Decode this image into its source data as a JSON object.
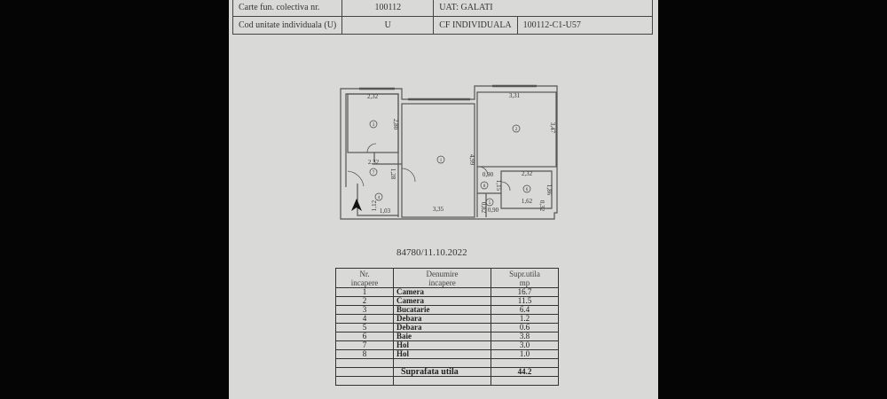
{
  "header_table": {
    "row1": {
      "label": "Carte fun. colectiva nr.",
      "value": "100112",
      "uat": "UAT: GALATI"
    },
    "row2": {
      "label": "Cod unitate individuala (U)",
      "value": "U",
      "cf_label": "CF INDIVIDUALA",
      "cf_value": "100112-C1-U57"
    }
  },
  "plan": {
    "rooms": [
      "1",
      "2",
      "3",
      "4",
      "5",
      "6",
      "7",
      "8"
    ],
    "dimensions": [
      "2,32",
      "2,80",
      "3,31",
      "3,47",
      "2,32",
      "1,28",
      "4,99",
      "0,90",
      "1,15",
      "2,32",
      "1,86",
      "1,12",
      "1,03",
      "3,35",
      "0,82",
      "0,90",
      "1,62",
      "0,32"
    ],
    "north_icon": "north-arrow"
  },
  "date_ref": "84780/11.10.2022",
  "rooms_table": {
    "headers": [
      "Nr.\nincapere",
      "Denumire\nincapere",
      "Supr.utila\nmp"
    ],
    "header_lines": [
      [
        "Nr.",
        "incapere"
      ],
      [
        "Denumire",
        "incapere"
      ],
      [
        "Supr.utila",
        "mp"
      ]
    ],
    "rows": [
      {
        "nr": "1",
        "name": "Camera",
        "area": "16.7"
      },
      {
        "nr": "2",
        "name": "Camera",
        "area": "11.5"
      },
      {
        "nr": "3",
        "name": "Bucatarie",
        "area": "6.4"
      },
      {
        "nr": "4",
        "name": "Debara",
        "area": "1.2"
      },
      {
        "nr": "5",
        "name": "Debara",
        "area": "0.6"
      },
      {
        "nr": "6",
        "name": "Baie",
        "area": "3.8"
      },
      {
        "nr": "7",
        "name": "Hol",
        "area": "3.0"
      },
      {
        "nr": "8",
        "name": "Hol",
        "area": "1.0"
      }
    ],
    "total_label": "Suprafata utila",
    "total_value": "44.2"
  }
}
